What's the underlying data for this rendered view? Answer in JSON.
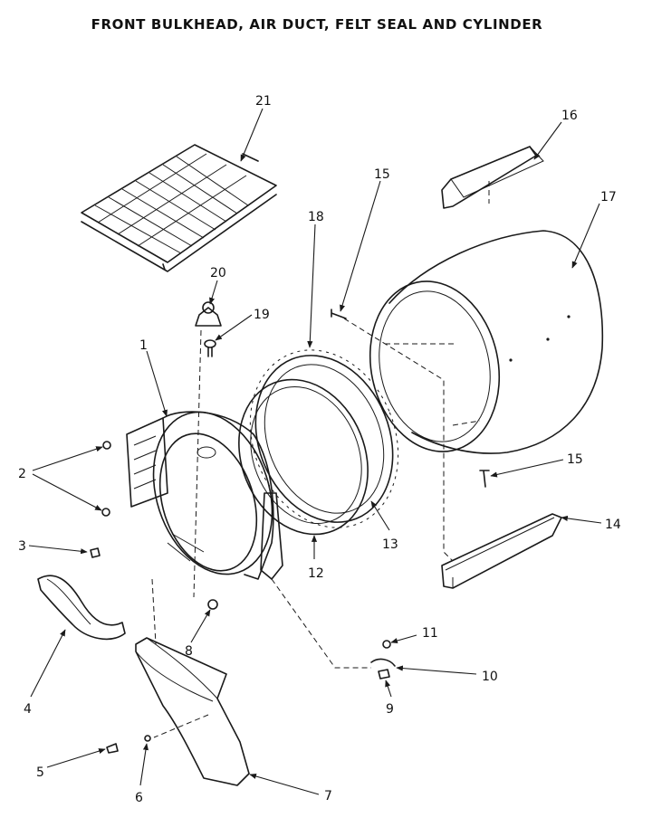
{
  "title": "FRONT BULKHEAD, AIR DUCT, FELT SEAL AND CYLINDER",
  "callouts": {
    "c1": "1",
    "c2": "2",
    "c3": "3",
    "c4": "4",
    "c5": "5",
    "c6": "6",
    "c7": "7",
    "c8": "8",
    "c9": "9",
    "c10": "10",
    "c11": "11",
    "c12": "12",
    "c13": "13",
    "c14": "14",
    "c15a": "15",
    "c15b": "15",
    "c16": "16",
    "c17": "17",
    "c18": "18",
    "c19": "19",
    "c20": "20",
    "c21": "21"
  }
}
